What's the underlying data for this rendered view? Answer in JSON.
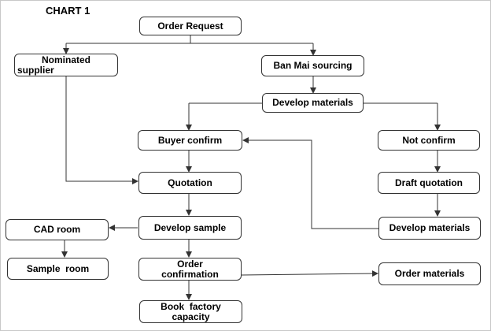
{
  "chart_title": "CHART 1",
  "nodes": {
    "order_request": "Order Request",
    "nominated_supplier_1": "Nominated",
    "nominated_supplier_2": "supplier",
    "ban_mai_sourcing": "Ban Mai sourcing",
    "develop_materials_top": "Develop materials",
    "buyer_confirm": "Buyer confirm",
    "not_confirm": "Not confirm",
    "quotation": "Quotation",
    "draft_quotation": "Draft quotation",
    "cad_room": "CAD room",
    "develop_sample": "Develop sample",
    "develop_materials_right": "Develop materials",
    "sample_room": "Sample  room",
    "order_confirmation_1": "Order",
    "order_confirmation_2": "confirmation",
    "order_materials": "Order materials",
    "book_factory_capacity_1": "Book  factory",
    "book_factory_capacity_2": "capacity"
  }
}
